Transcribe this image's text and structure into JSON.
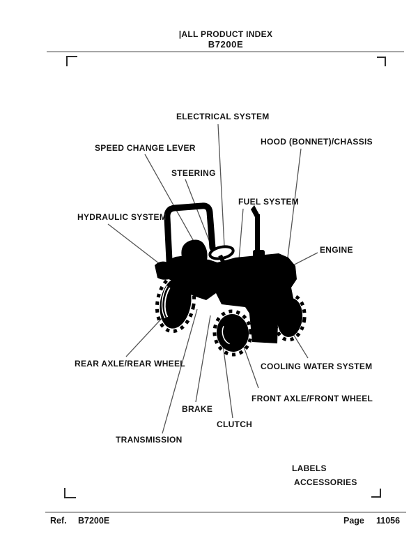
{
  "page": {
    "header": {
      "index_title": "|ALL PRODUCT INDEX",
      "model": "B7200E"
    },
    "footer": {
      "ref_label": "Ref.",
      "ref_value": "B7200E",
      "page_label": "Page",
      "page_number": "11056"
    }
  },
  "diagram": {
    "illustration": "tractor-silhouette",
    "callouts": [
      {
        "id": "electrical-system",
        "label": "ELECTRICAL SYSTEM"
      },
      {
        "id": "speed-change-lever",
        "label": "SPEED CHANGE LEVER"
      },
      {
        "id": "hood-bonnet-chassis",
        "label": "HOOD (BONNET)/CHASSIS"
      },
      {
        "id": "steering",
        "label": "STEERING"
      },
      {
        "id": "fuel-system",
        "label": "FUEL SYSTEM"
      },
      {
        "id": "hydraulic-system",
        "label": "HYDRAULIC SYSTEM"
      },
      {
        "id": "engine",
        "label": "ENGINE"
      },
      {
        "id": "rear-axle-rear-wheel",
        "label": "REAR AXLE/REAR WHEEL"
      },
      {
        "id": "cooling-water-system",
        "label": "COOLING WATER SYSTEM"
      },
      {
        "id": "front-axle-front-wheel",
        "label": "FRONT AXLE/FRONT WHEEL"
      },
      {
        "id": "brake",
        "label": "BRAKE"
      },
      {
        "id": "clutch",
        "label": "CLUTCH"
      },
      {
        "id": "transmission",
        "label": "TRANSMISSION"
      },
      {
        "id": "labels",
        "label": "LABELS"
      },
      {
        "id": "accessories",
        "label": "ACCESSORIES"
      }
    ]
  },
  "colors": {
    "ink": "#000000",
    "text": "#141414",
    "callout_line": "#555555",
    "rule": "#a6a6a6",
    "background": "#ffffff"
  }
}
